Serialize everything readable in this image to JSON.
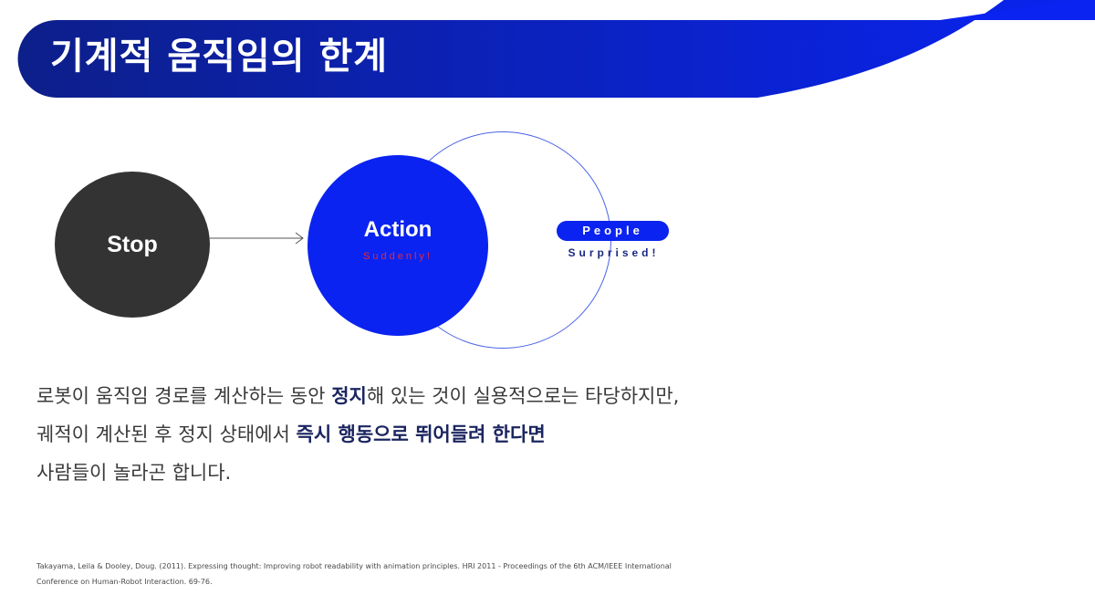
{
  "header": {
    "title": "기계적 움직임의 한계"
  },
  "diagram": {
    "stop_label": "Stop",
    "action_label": "Action",
    "action_sub_label": "Suddenly!",
    "people_label": "People",
    "people_sub_label": "Surprised!"
  },
  "body": {
    "line1_pre": "로봇이 움직임 경로를 계산하는 동안 ",
    "line1_emph": "정지",
    "line1_post": "해 있는 것이 실용적으로는 타당하지만,",
    "line2_pre": "궤적이 계산된 후 정지 상태에서 ",
    "line2_emph": "즉시 행동으로 뛰어들려 한다면",
    "line3": "사람들이 놀라곤 합니다."
  },
  "citation": {
    "line1": "Takayama, Leila & Dooley, Doug. (2011). Expressing thought: Improving robot readability with animation principles. HRI 2011 - Proceedings of the 6th ACM/IEEE International",
    "line2": "Conference on Human-Robot Interaction. 69-76."
  },
  "colors": {
    "banner_dark": "#0d1f8a",
    "banner_bright": "#0a23f0",
    "stop_circle": "#333333",
    "action_circle": "#0a23f0",
    "suddenly_text": "#e8293a"
  }
}
